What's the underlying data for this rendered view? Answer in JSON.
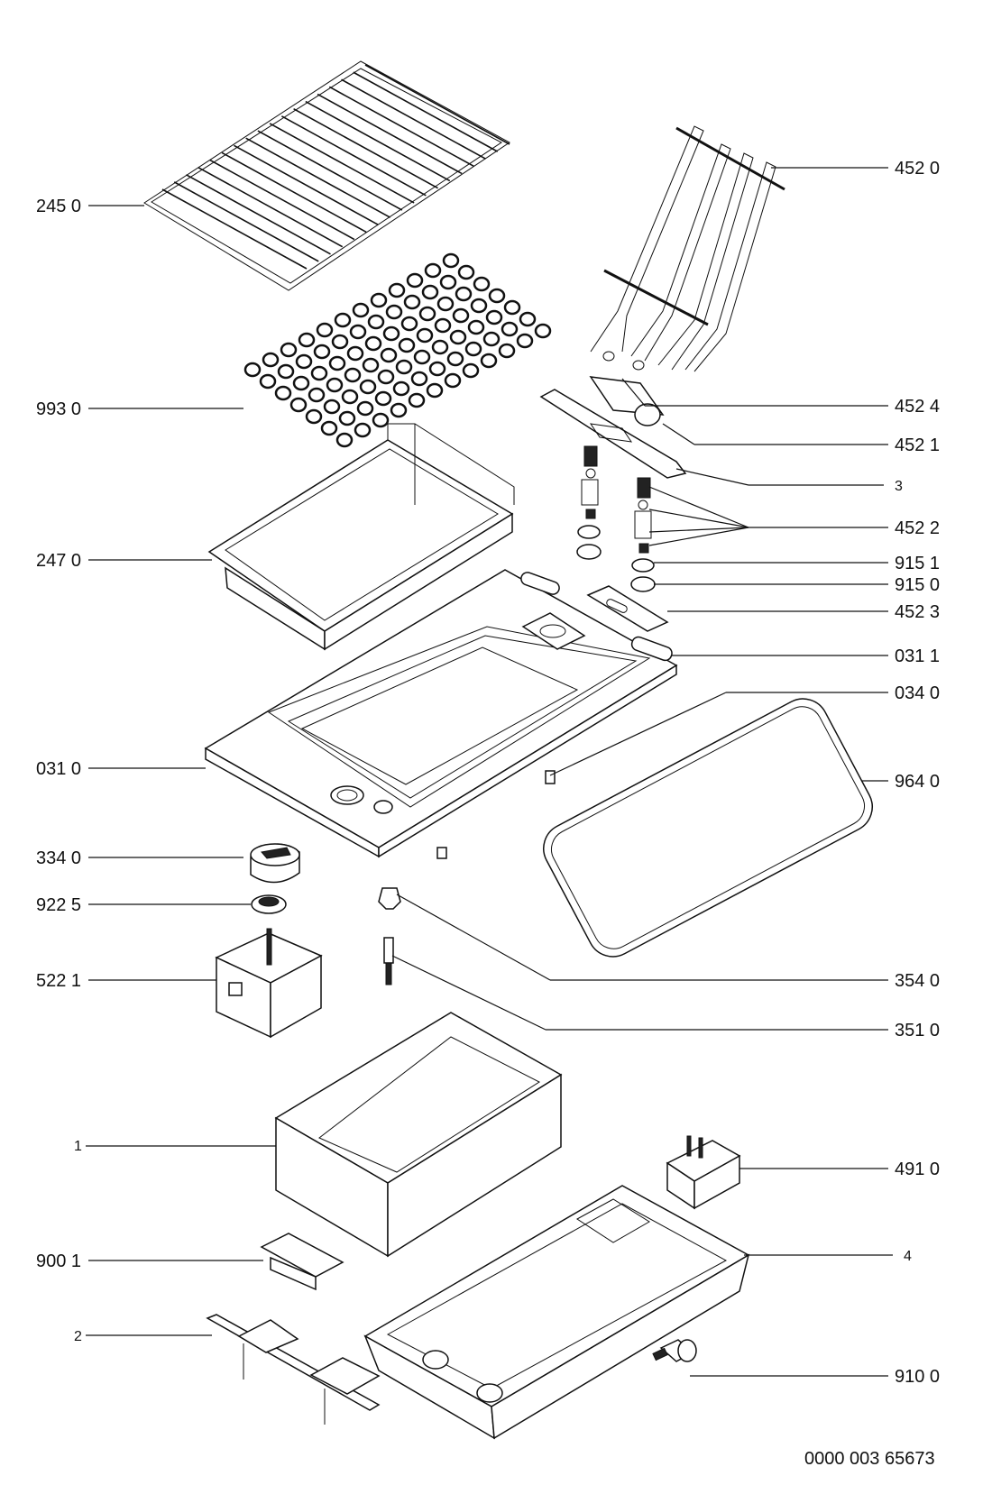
{
  "labels": {
    "l2450": "245 0",
    "l9930": "993 0",
    "l2470": "247 0",
    "l0310": "031 0",
    "l3340": "334 0",
    "l9225": "922 5",
    "l5221": "522 1",
    "l1": "1",
    "l9001": "900 1",
    "l2": "2",
    "l4520": "452 0",
    "l4524": "452 4",
    "l4521": "452 1",
    "l3": "3",
    "l4522": "452 2",
    "l9151": "915 1",
    "l9150": "915 0",
    "l4523": "452 3",
    "l0311": "031 1",
    "l0340": "034 0",
    "l9640": "964 0",
    "l3540": "354 0",
    "l3510": "351 0",
    "l4910": "491 0",
    "l4": "4",
    "l9100": "910 0"
  },
  "document_number": "0000 003 65673"
}
